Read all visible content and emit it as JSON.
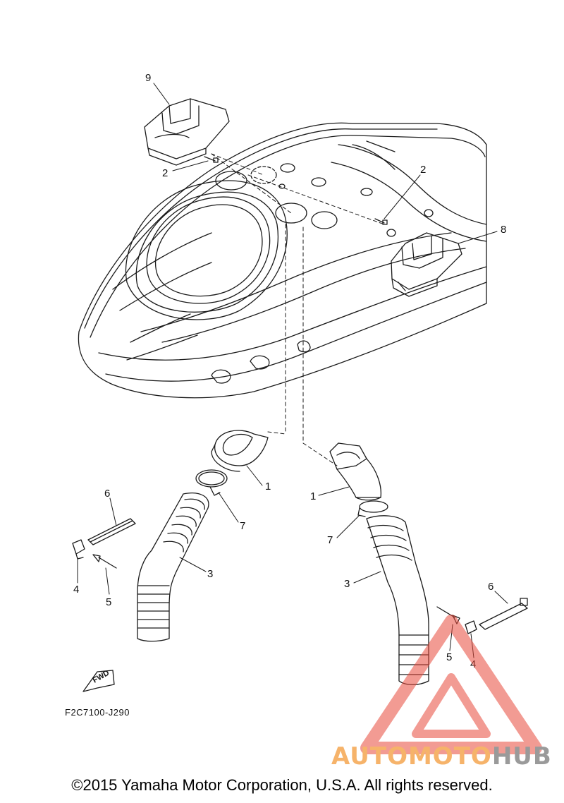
{
  "diagram": {
    "callouts": [
      {
        "id": "callout-9",
        "label": "9"
      },
      {
        "id": "callout-2-left",
        "label": "2"
      },
      {
        "id": "callout-2-right",
        "label": "2"
      },
      {
        "id": "callout-8",
        "label": "8"
      },
      {
        "id": "callout-1-left",
        "label": "1"
      },
      {
        "id": "callout-1-right",
        "label": "1"
      },
      {
        "id": "callout-7-left",
        "label": "7"
      },
      {
        "id": "callout-7-right",
        "label": "7"
      },
      {
        "id": "callout-6-left",
        "label": "6"
      },
      {
        "id": "callout-6-right",
        "label": "6"
      },
      {
        "id": "callout-3-left",
        "label": "3"
      },
      {
        "id": "callout-3-right",
        "label": "3"
      },
      {
        "id": "callout-4-left",
        "label": "4"
      },
      {
        "id": "callout-4-right",
        "label": "4"
      },
      {
        "id": "callout-5-left",
        "label": "5"
      },
      {
        "id": "callout-5-right",
        "label": "5"
      }
    ],
    "fwd_label": "FWD",
    "part_code": "F2C7100-J290",
    "copyright": "©2015 Yamaha Motor Corporation, U.S.A. All rights reserved.",
    "watermark": {
      "part1": "AUTOMOTO",
      "part2": "HUB",
      "color_a": "#f6b36a",
      "color_b": "#9a9a9a",
      "triangle_color": "#e84a3c"
    }
  }
}
